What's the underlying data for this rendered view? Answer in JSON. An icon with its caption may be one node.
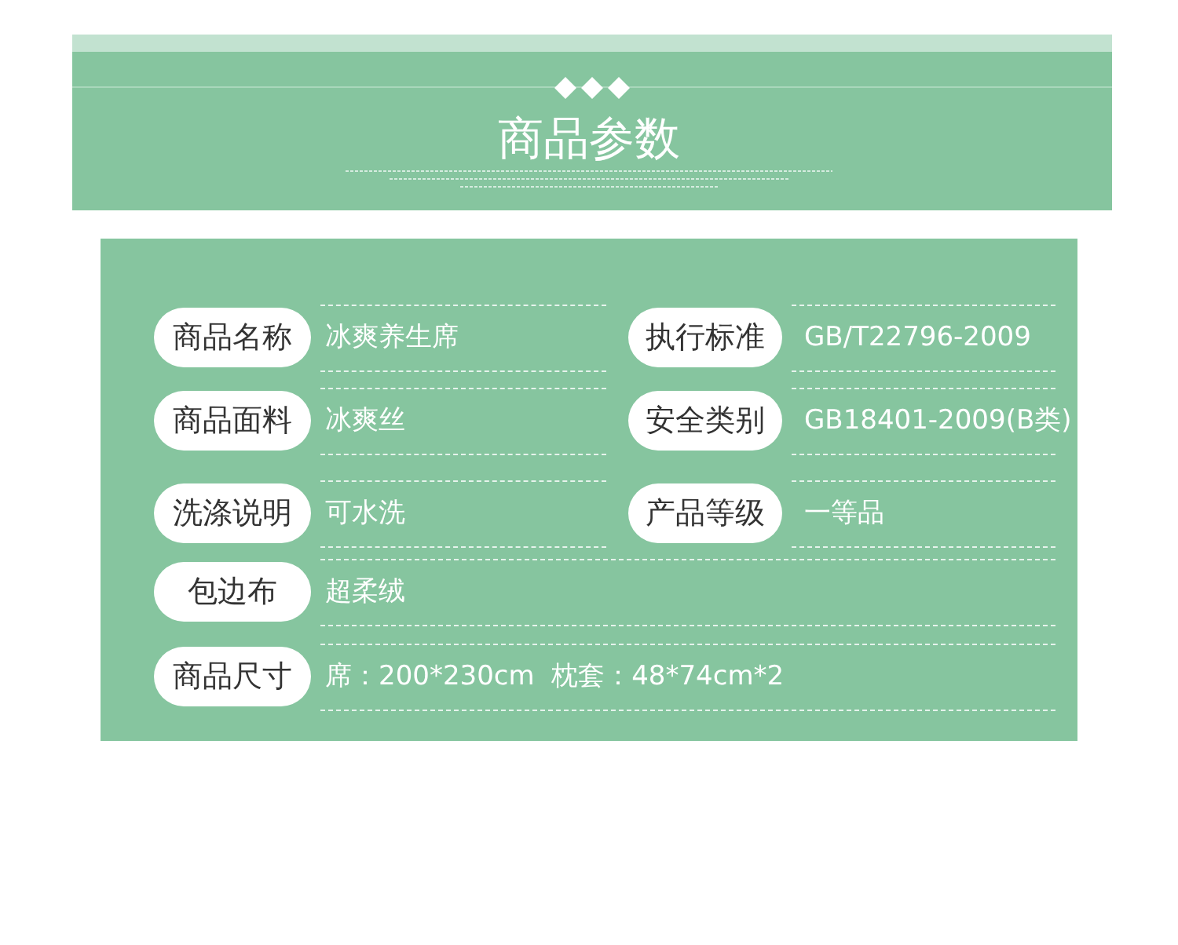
{
  "diagram": {
    "title": "商品参数",
    "nodes": [
      {
        "text": [
          "商品名称"
        ],
        "beside": [
          "冰爽养生席"
        ]
      },
      {
        "text": [
          "执行标准"
        ],
        "beside": [
          "GB/T22796-2009"
        ]
      },
      {
        "text": [
          "商品面料"
        ],
        "beside": [
          "冰爽丝"
        ]
      },
      {
        "text": [
          "安全类别"
        ],
        "beside": [
          "GB18401-2009(B类)"
        ]
      },
      {
        "text": [
          "洗涤说明"
        ],
        "beside": [
          "可水洗"
        ]
      },
      {
        "text": [
          "产品等级"
        ],
        "beside": [
          "一等品"
        ]
      },
      {
        "text": [
          "包边布"
        ],
        "beside": [
          "超柔绒"
        ]
      },
      {
        "text": [
          "商品尺寸"
        ],
        "beside": [
          "席：200*230cm  枕套：48*74cm*2"
        ]
      }
    ]
  }
}
